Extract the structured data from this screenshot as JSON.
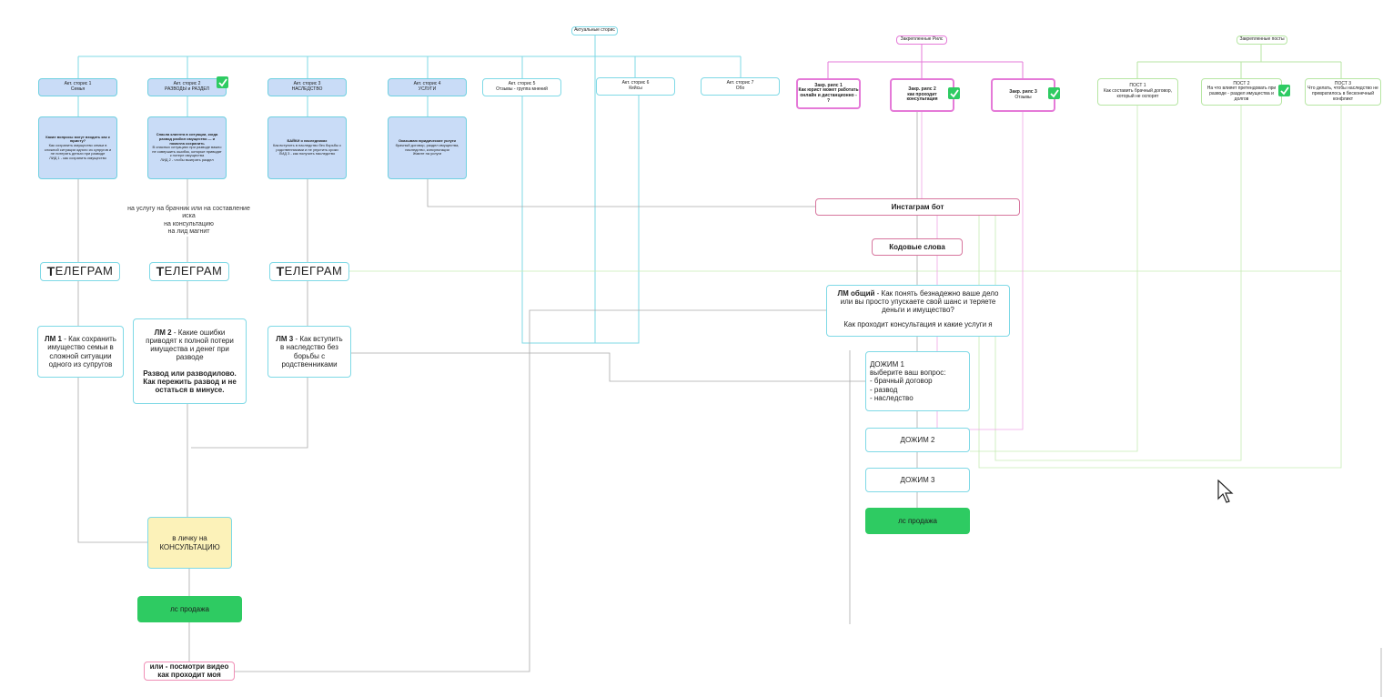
{
  "colors": {
    "cyan": "#7fd9e6",
    "magenta": "#e57ad8",
    "green_line": "#b7e6a3",
    "story_fill": "#c9dcf7",
    "consult_fill": "#fcf2b9",
    "sale_green": "#2ecb62",
    "pink": "#f08fb6",
    "gray_line": "#aaaaaa"
  },
  "headers": {
    "actual_stories": "Актуальные сторис",
    "pinned_reels": "Закрепленные Рилс",
    "pinned_posts": "Закрепленные посты"
  },
  "stories": [
    {
      "title": "Акт. сторис 1",
      "subtitle": "Семья"
    },
    {
      "title": "Акт. сторис 2",
      "subtitle": "РАЗВОДЫ и РАЗДЕЛ"
    },
    {
      "title": "Акт. сторис 3",
      "subtitle": "НАСЛЕДСТВО"
    },
    {
      "title": "Акт. сторис 4",
      "subtitle": "УСЛУГИ"
    },
    {
      "title": "Акт. сторис 5",
      "subtitle": "Отзывы - группа мнений"
    },
    {
      "title": "Акт. сторис 6",
      "subtitle": "Кейсы"
    },
    {
      "title": "Акт. сторис 7",
      "subtitle": "Обо"
    }
  ],
  "story_bodies": [
    {
      "lead": "Какие вопросы могут входить как к юристу?",
      "text": "Как сохранить имущество семьи в сложной ситуации одного из супругов и не потерять деньги при разводе",
      "cta": "ЛИД 1 - как сохранить имущество"
    },
    {
      "lead": "Спасла клиента в ситуации, когда развод разбил имущество — и помогла сохранить",
      "text": "В опасных ситуациях при разводе важно не совершить ошибок, которые приводят к потере имущества",
      "cta": "ЛИД 2 - чтобы выиграть раздел"
    },
    {
      "lead": "БАЙКИ о наследниках",
      "text": "Как вступить в наследство без борьбы с родственниками и не упустить сроки",
      "cta": "ЛИД 3 - как получить наследство"
    },
    {
      "lead": "Оказываю юридические услуги",
      "text": "брачный договор, раздел имущества, наследство, консультации",
      "cta": "Жмите на услуги"
    }
  ],
  "note": [
    "на услугу на брачник или на составление",
    "иска",
    "на  консультацию",
    "на лид магнит"
  ],
  "telegram": {
    "first_letter": "Т",
    "rest": "ЕЛЕГРАМ"
  },
  "lead_magnets": [
    {
      "title": "ЛМ 1",
      "text": " - Как сохранить имущество семьи в сложной ситуации одного из супругов"
    },
    {
      "title": "ЛМ 2",
      "text": " - Какие ошибки приводят к полной потери имущества и денег при разводе",
      "bold": "Развод или разводилово. Как пережить развод и не остаться в минусе."
    },
    {
      "title": "ЛМ 3",
      "text": " - Как вступить в наследство без борьбы с родственниками"
    }
  ],
  "consult": [
    "в личку на",
    "КОНСУЛЬТАЦИЮ"
  ],
  "sale_label": "лс продажа",
  "video_cta": "или - посмотри видео как проходит моя",
  "reels": [
    {
      "title": "Закр. рилс 1",
      "text": "Как юрист может работать онлайн и дистанционно - ?"
    },
    {
      "title": "Закр. рилс 2",
      "text": "как проходит консультация"
    },
    {
      "title": "Закр. рилс 3",
      "text": "Отзывы"
    }
  ],
  "posts": [
    {
      "title": "ПОСТ 1",
      "text": "Как составить брачный договор, который не оспорят"
    },
    {
      "title": "ПОСТ 2",
      "text": "На что влияет претендовать при разводе - раздел имущества и долгов"
    },
    {
      "title": "ПОСТ 3",
      "text": "Что делать, чтобы наследство не превратилось в бесконечный конфликт"
    }
  ],
  "instagram_bot": "Инстаграм бот",
  "code_words": "Кодовые слова",
  "lm_general": {
    "title": "ЛМ общий",
    "text": " - Как понять безнадежно ваше дело или вы просто упускаете свой шанс и теряете деньги и имущество?",
    "extra": "Как проходит консультация и какие услуги я"
  },
  "dozhim1": {
    "title": "ДОЖИМ 1",
    "lines": [
      "выберите ваш вопрос:",
      "- брачный договор",
      "- развод",
      "- наследство"
    ]
  },
  "dozhim2": "ДОЖИМ 2",
  "dozhim3": "ДОЖИМ 3"
}
